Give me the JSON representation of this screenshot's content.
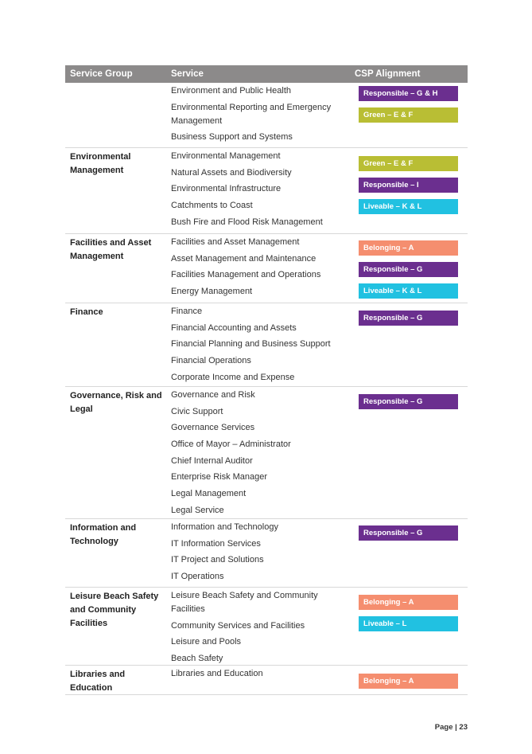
{
  "header": {
    "col1": "Service Group",
    "col2": "Service",
    "col3": "CSP Alignment"
  },
  "colors": {
    "purple": "#6b2f8f",
    "green": "#b9be34",
    "blue": "#21c1e1",
    "salmon": "#f58e6f"
  },
  "groups": [
    {
      "name": "",
      "services": [
        "Environment and Public Health",
        "Environmental Reporting and Emergency Management",
        "Business Support and Systems"
      ],
      "badges": [
        {
          "label": "Responsible – G & H",
          "color": "purple"
        },
        {
          "label": "Green – E & F",
          "color": "green"
        }
      ]
    },
    {
      "name": "Environmental Management",
      "services": [
        "Environmental Management",
        "Natural Assets and Biodiversity",
        "Environmental Infrastructure",
        "Catchments to Coast",
        "Bush Fire and Flood Risk Management"
      ],
      "badges": [
        {
          "label": "Green – E & F",
          "color": "green"
        },
        {
          "label": "Responsible – I",
          "color": "purple"
        },
        {
          "label": "Liveable – K & L",
          "color": "blue"
        }
      ]
    },
    {
      "name": "Facilities and Asset Management",
      "services": [
        "Facilities and Asset Management",
        "Asset Management and Maintenance",
        "Facilities Management and Operations",
        "Energy Management"
      ],
      "badges": [
        {
          "label": "Belonging – A",
          "color": "salmon"
        },
        {
          "label": "Responsible – G",
          "color": "purple"
        },
        {
          "label": "Liveable – K & L",
          "color": "blue"
        }
      ]
    },
    {
      "name": "Finance",
      "services": [
        "Finance",
        "Financial Accounting and Assets",
        "Financial Planning and Business Support",
        "Financial Operations",
        "Corporate Income and Expense"
      ],
      "badges": [
        {
          "label": "Responsible – G",
          "color": "purple"
        }
      ]
    },
    {
      "name": "Governance, Risk and Legal",
      "services": [
        "Governance and Risk",
        "Civic Support",
        "Governance Services",
        "Office of Mayor – Administrator",
        "Chief Internal Auditor",
        "Enterprise Risk Manager",
        "Legal Management",
        "Legal Service"
      ],
      "badges": [
        {
          "label": "Responsible – G",
          "color": "purple"
        }
      ]
    },
    {
      "name": "Information and Technology",
      "services": [
        "Information and Technology",
        "IT Information Services",
        "IT Project and Solutions",
        "IT Operations"
      ],
      "badges": [
        {
          "label": "Responsible – G",
          "color": "purple"
        }
      ]
    },
    {
      "name": "Leisure Beach Safety and Community Facilities",
      "services": [
        "Leisure Beach Safety and Community Facilities",
        "Community Services and Facilities",
        "Leisure and Pools",
        "Beach Safety"
      ],
      "badges": [
        {
          "label": "Belonging – A",
          "color": "salmon"
        },
        {
          "label": "Liveable – L",
          "color": "blue"
        }
      ]
    },
    {
      "name": "Libraries and Education",
      "services": [
        "Libraries and Education"
      ],
      "badges": [
        {
          "label": "Belonging – A",
          "color": "salmon"
        }
      ]
    }
  ],
  "footer": {
    "page": "Page | 23"
  }
}
